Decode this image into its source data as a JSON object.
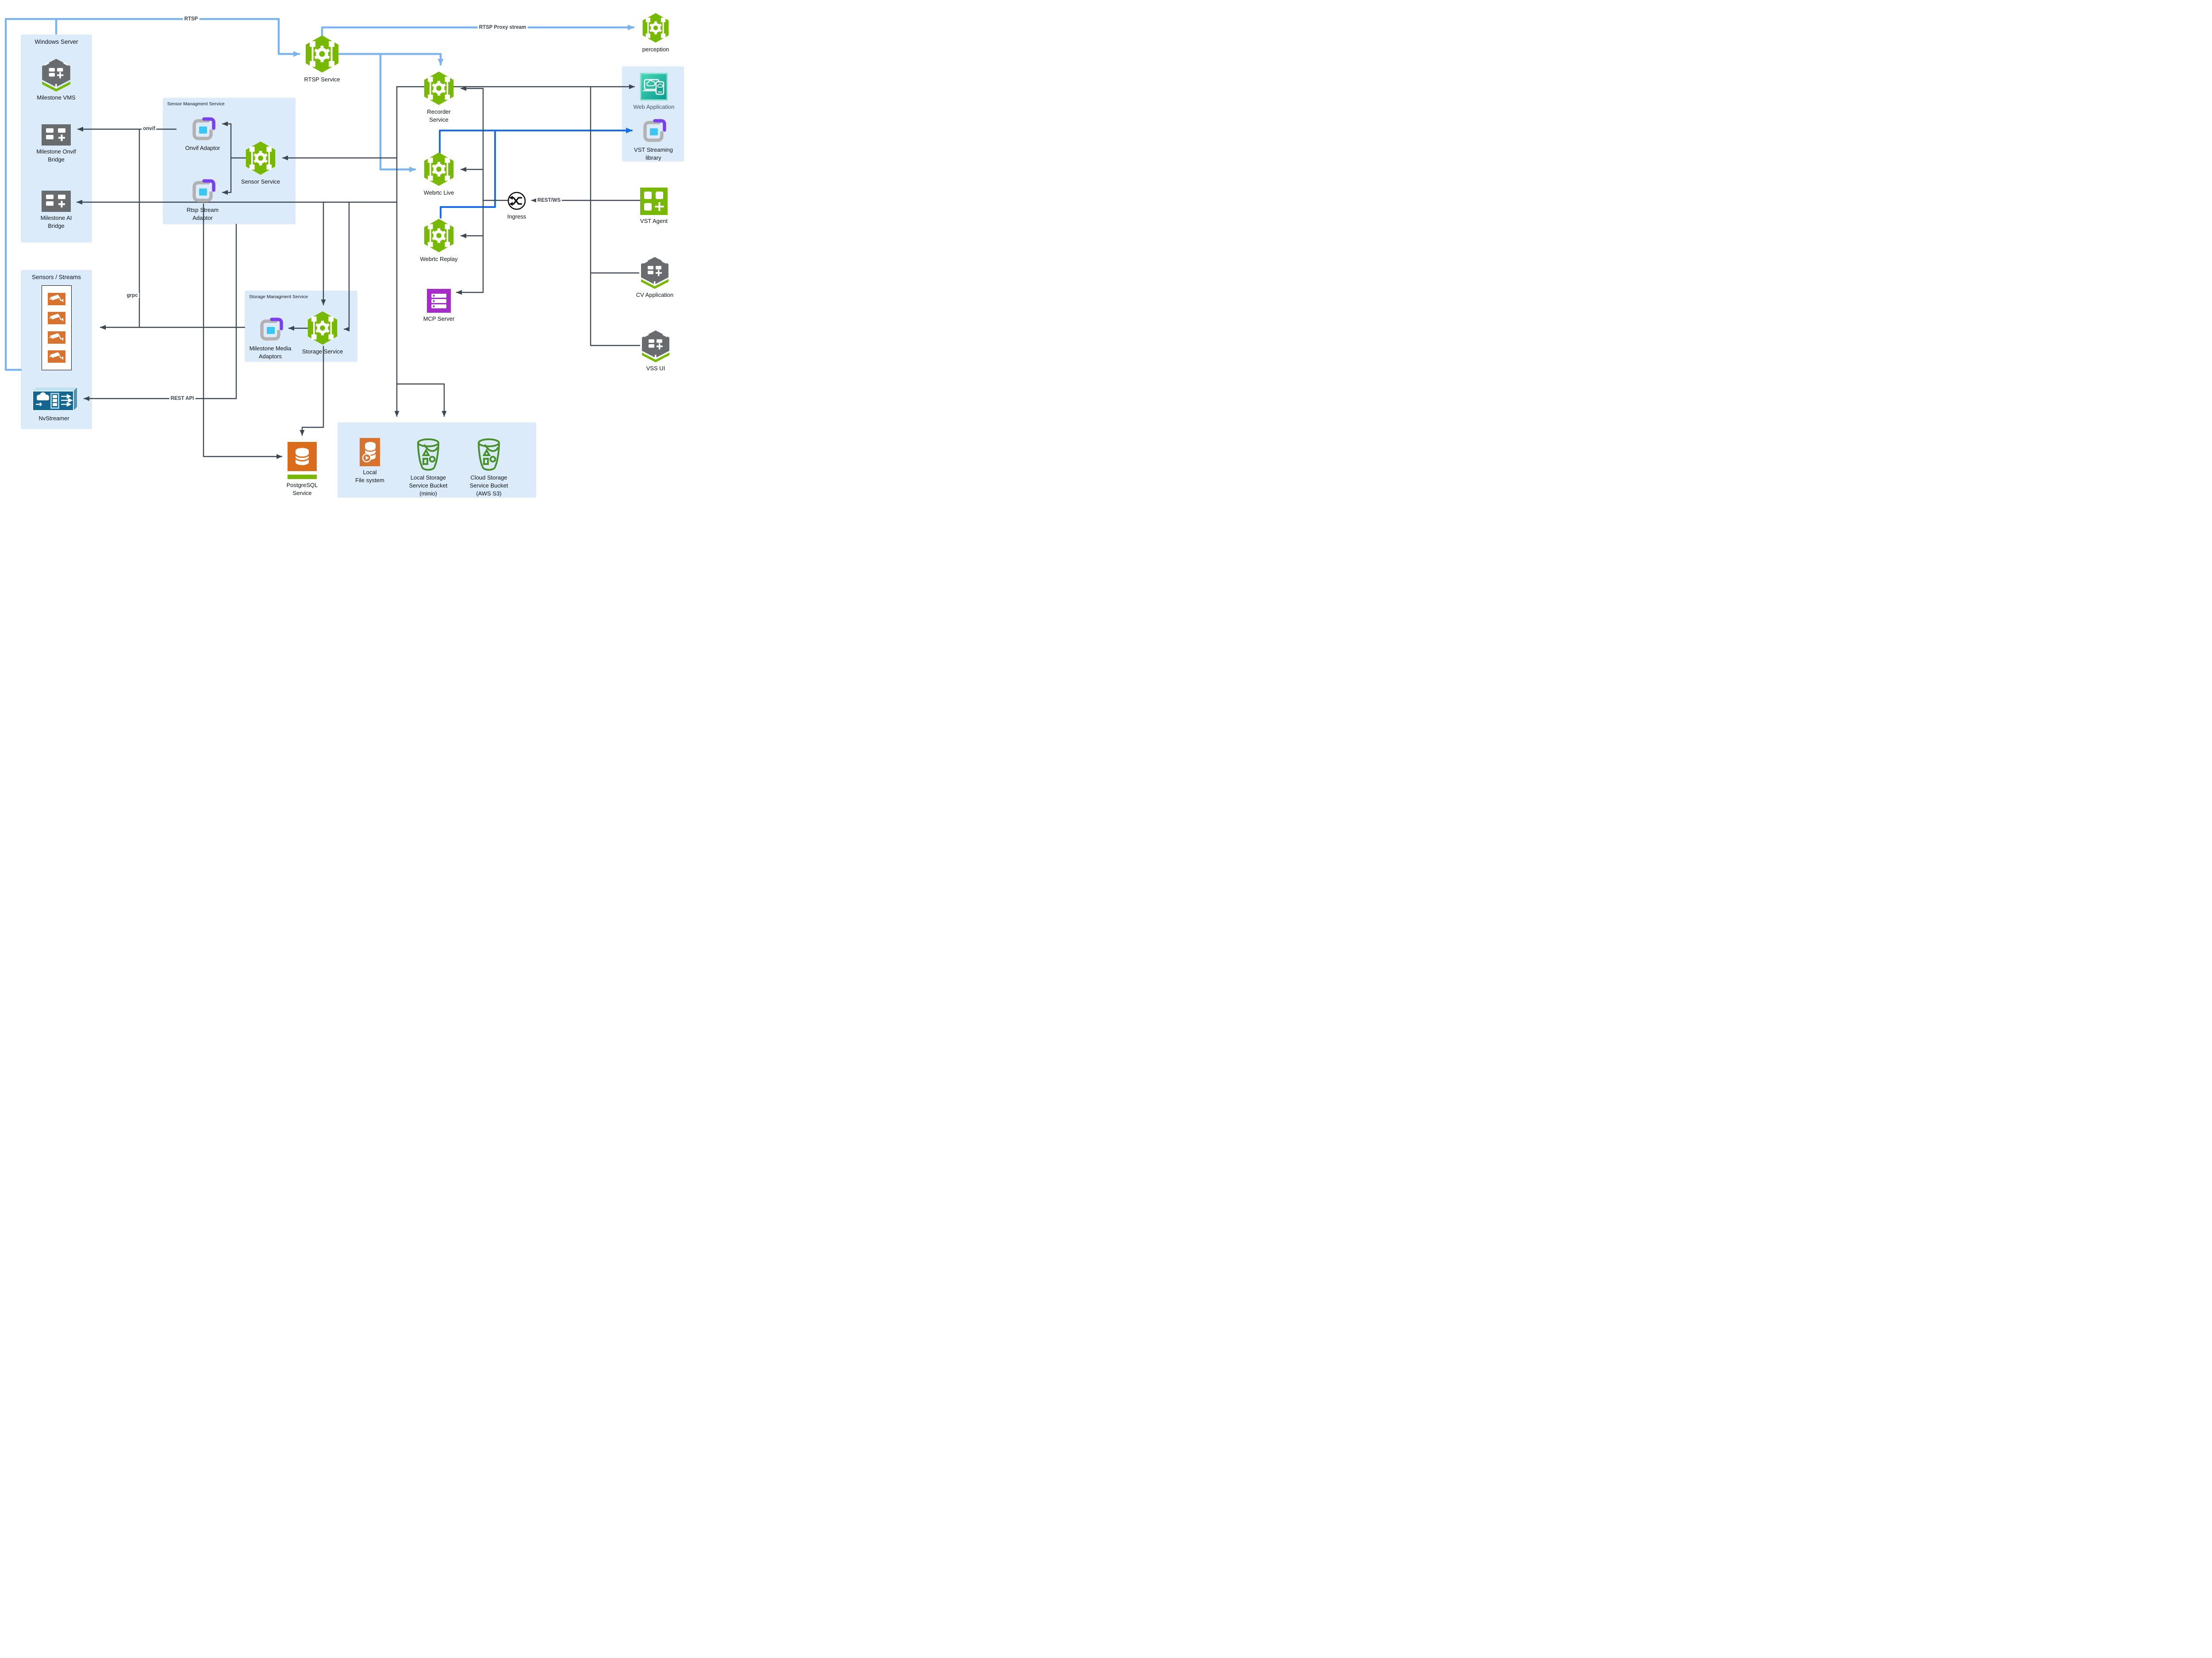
{
  "panels": {
    "windows_server": {
      "title": "Windows Server"
    },
    "sensors_streams": {
      "title": "Sensors / Streams"
    },
    "sensor_management": {
      "title": "Sensor Managment Service"
    },
    "storage_management": {
      "title": "Storage Managment Service"
    }
  },
  "nodes": {
    "milestone_vms": {
      "lines": [
        "Milestone VMS"
      ]
    },
    "milestone_onvif_bridge": {
      "lines": [
        "Milestone Onvif",
        "Bridge"
      ]
    },
    "milestone_ai_bridge": {
      "lines": [
        "Milestone AI",
        "Bridge"
      ]
    },
    "nvstreamer": {
      "lines": [
        "NvStreamer"
      ]
    },
    "onvif_adaptor": {
      "lines": [
        "Onvif  Adaptor"
      ]
    },
    "rtsp_stream_adaptor": {
      "lines": [
        "Rtsp Stream",
        "Adaptor"
      ]
    },
    "sensor_service": {
      "lines": [
        "Sensor Service"
      ]
    },
    "rtsp_service": {
      "lines": [
        "RTSP Service"
      ]
    },
    "recorder_service": {
      "lines": [
        "Recorder",
        "Service"
      ]
    },
    "webrtc_live": {
      "lines": [
        "Webrtc Live"
      ]
    },
    "webrtc_replay": {
      "lines": [
        "Webrtc Replay"
      ]
    },
    "mcp_server": {
      "lines": [
        "MCP Server"
      ]
    },
    "ingress": {
      "lines": [
        "Ingress"
      ]
    },
    "perception": {
      "lines": [
        "perception"
      ]
    },
    "web_application": {
      "lines": [
        "Web Application"
      ]
    },
    "vst_streaming_library": {
      "lines": [
        "VST Streaming",
        "library"
      ]
    },
    "vst_agent": {
      "lines": [
        "VST Agent"
      ]
    },
    "cv_application": {
      "lines": [
        "CV Application"
      ]
    },
    "vss_ui": {
      "lines": [
        "VSS UI"
      ]
    },
    "milestone_media_adaptors": {
      "lines": [
        "Milestone Media",
        "Adaptors"
      ]
    },
    "storage_service": {
      "lines": [
        "Storage Service"
      ]
    },
    "postgresql_service": {
      "lines": [
        "PostgreSQL",
        "Service"
      ]
    },
    "local_file_system": {
      "lines": [
        "Local",
        "File system"
      ]
    },
    "local_storage_bucket": {
      "lines": [
        "Local Storage",
        "Service Bucket",
        "(minio)"
      ]
    },
    "cloud_storage_bucket": {
      "lines": [
        "Cloud Storage",
        "Service Bucket",
        "(AWS S3)"
      ]
    }
  },
  "edge_labels": {
    "rtsp": "RTSP",
    "rtsp_proxy_stream": "RTSP Proxy stream",
    "onvif": "onvif",
    "grpc": "grpc",
    "rest_api": "REST API",
    "rest_ws": "REST/WS"
  },
  "colors": {
    "nvidia_green": "#76b900",
    "panel_blue": "#dcebfa",
    "light_blue_line": "#7cb4ef",
    "blue_line": "#1b6ce8",
    "dark_line": "#3d4752",
    "camera_orange": "#d8732f",
    "postgres_orange": "#d96d1c",
    "mcp_purple": "#a62cc9",
    "adaptor_purple": "#7b3ff2",
    "adaptor_cyan": "#3cc6f2",
    "bucket_green": "#47902c",
    "nvstreamer_blue": "#136690",
    "webapp_teal": "#14a291"
  }
}
